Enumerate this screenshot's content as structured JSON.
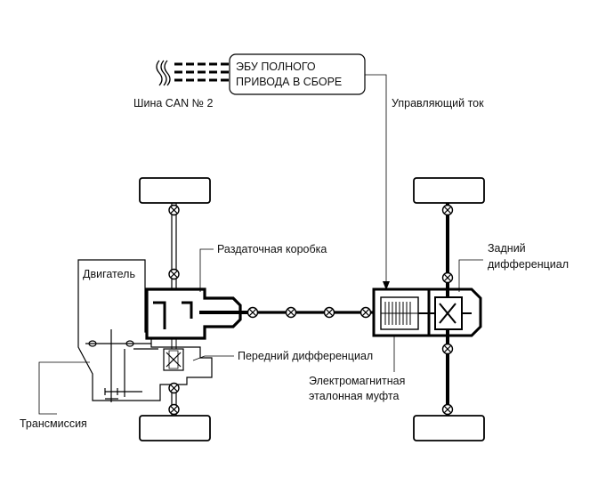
{
  "labels": {
    "ecu_line1": "ЭБУ ПОЛНОГО",
    "ecu_line2": "ПРИВОДА В СБОРЕ",
    "can_bus": "Шина CAN № 2",
    "control_current": "Управляющий ток",
    "transfer_case": "Раздаточная коробка",
    "engine": "Двигатель",
    "rear_diff_line1": "Задний",
    "rear_diff_line2": "дифференциал",
    "front_diff": "Передний дифференциал",
    "clutch_line1": "Электромагнитная",
    "clutch_line2": "эталонная муфта",
    "transmission": "Трансмиссия"
  }
}
